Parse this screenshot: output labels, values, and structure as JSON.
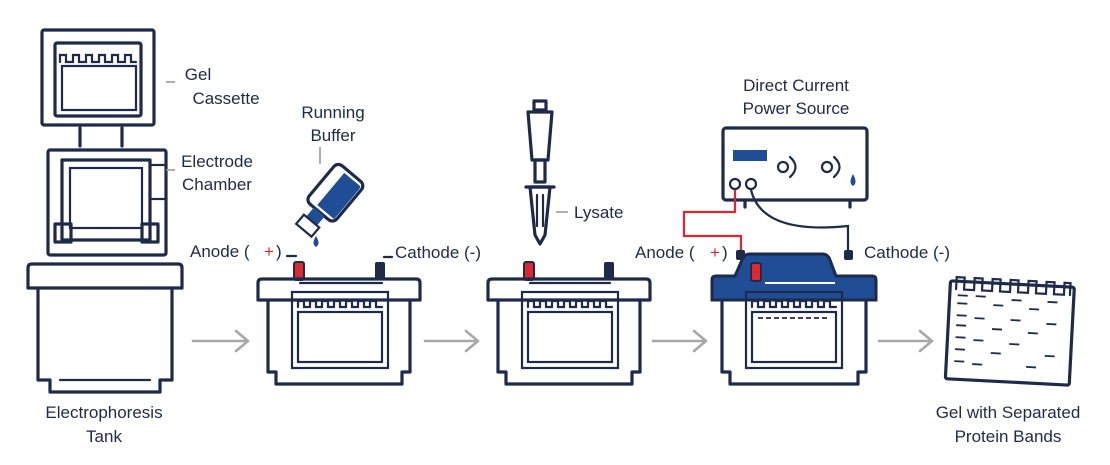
{
  "labels": {
    "gel": "Gel",
    "cassette": "Cassette",
    "electrode": "Electrode",
    "chamber": "Chamber",
    "running": "Running",
    "buffer": "Buffer",
    "lysate": "Lysate",
    "direct_current": "Direct Current",
    "power_source": "Power Source",
    "anode_1": "Anode (",
    "plus_1": "+",
    "close_1": ")",
    "cathode_1": "Cathode (-)",
    "anode_2": "Anode (",
    "plus_2": "+",
    "close_2": ")",
    "cathode_2": "Cathode (-)",
    "electrophoresis": "Electrophoresis",
    "tank": "Tank",
    "gel_with_separated": "Gel with Separated",
    "protein_bands": "Protein Bands"
  },
  "colors": {
    "outline": "#1e2a4a",
    "accent_blue": "#1f4e96",
    "anode_red": "#e1262f",
    "arrow_gray": "#a8a8a8"
  },
  "icons": [
    "gel-cassette-icon",
    "electrode-chamber-icon",
    "electrophoresis-tank-icon",
    "buffer-bottle-icon",
    "pipette-icon",
    "power-source-icon",
    "protein-gel-icon",
    "arrow-right-icon"
  ]
}
